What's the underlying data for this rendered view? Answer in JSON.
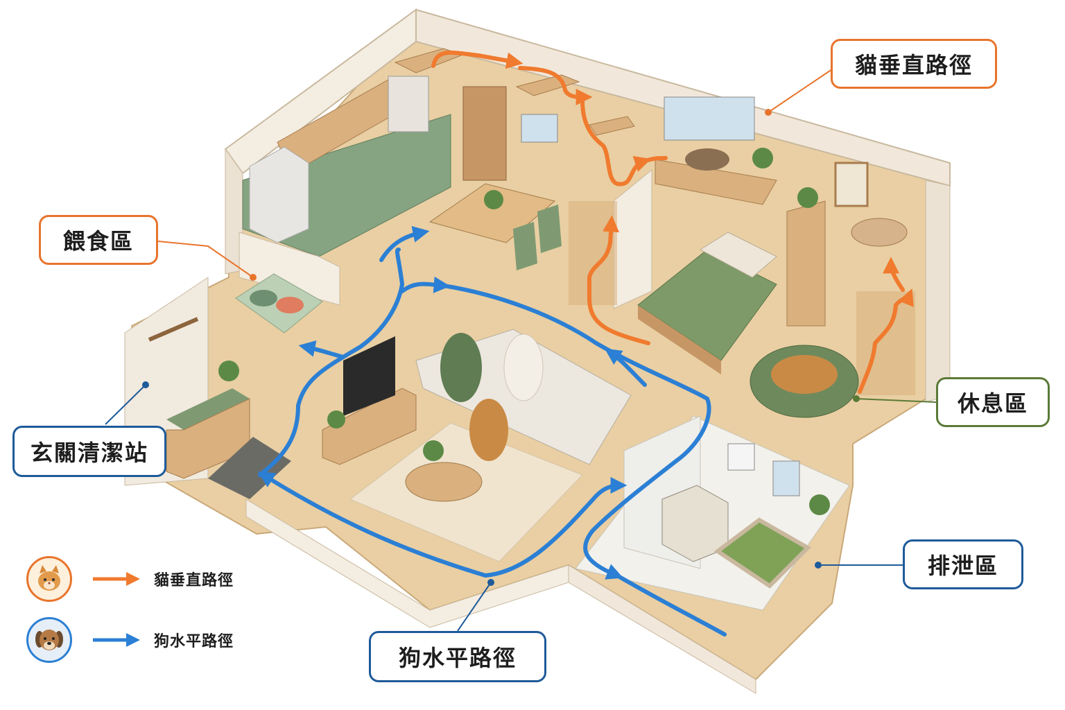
{
  "colors": {
    "cat_path": "#f07a2e",
    "dog_path": "#2b7fd4",
    "callout_orange": "#e8742c",
    "callout_blue": "#1e5a99",
    "callout_green": "#5a7a36",
    "floor": "#e9cfa3",
    "wall": "#f4ede2"
  },
  "callouts": {
    "cat_path": "貓垂直路徑",
    "feeding": "餵食區",
    "rest": "休息區",
    "entry_clean": "玄關清潔站",
    "toilet": "排泄區",
    "dog_path": "狗水平路徑"
  },
  "legend": {
    "cat": {
      "icon": "cat-face-icon",
      "label": "貓垂直路徑"
    },
    "dog": {
      "icon": "dog-face-icon",
      "label": "狗水平路徑"
    }
  }
}
